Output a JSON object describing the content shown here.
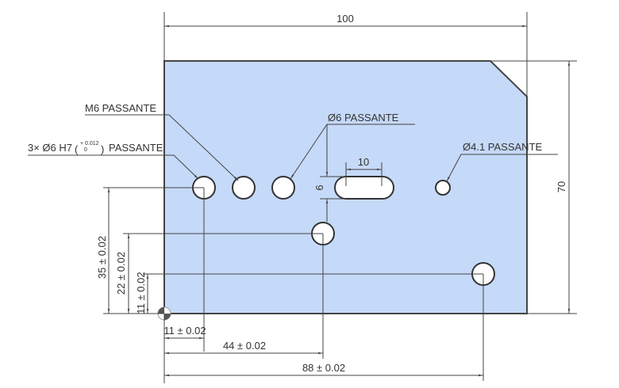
{
  "colors": {
    "plate": "#c5d9f8",
    "line": "#444444"
  },
  "dimensions": {
    "width": "100",
    "height": "70",
    "slot_length": "10",
    "slot_width": "6",
    "y_35": "35 ± 0.02",
    "y_22": "22 ± 0.02",
    "y_11": "11 ± 0.02",
    "x_11": "11 ± 0.02",
    "x_44": "44 ± 0.02",
    "x_88": "88 ± 0.02"
  },
  "callouts": {
    "m6": "M6 PASSANTE",
    "h7_prefix": "3× Ø6 H7",
    "h7_tol_upper": "+ 0.012",
    "h7_tol_lower": "0",
    "h7_suffix": "PASSANTE",
    "d6": "Ø6 PASSANTE",
    "d41": "Ø4.1 PASSANTE"
  }
}
